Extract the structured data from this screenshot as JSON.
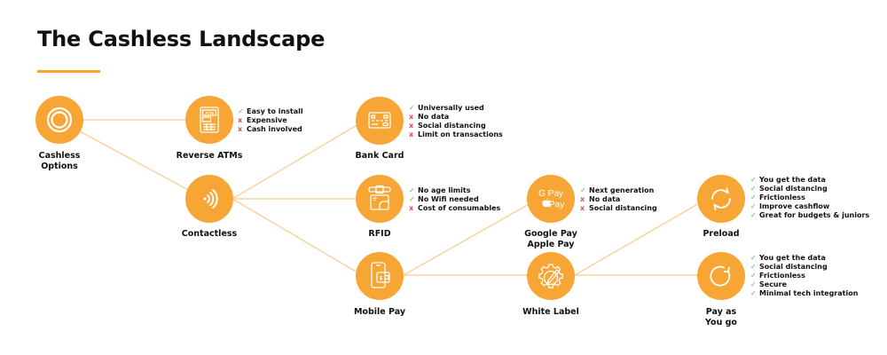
{
  "title": "The Cashless Landscape",
  "colors": {
    "accent": "#F7A534",
    "line": "#F9C98A",
    "check": "#5CB85C",
    "cross": "#E0475E",
    "text": "#111111"
  },
  "nodes": {
    "cashless": {
      "label1": "Cashless",
      "label2": "Options",
      "icon": "concentric-circles-icon"
    },
    "reverse_atms": {
      "label": "Reverse ATMs",
      "icon": "atm-icon",
      "points": [
        {
          "type": "check",
          "mark": "✓",
          "text": "Easy to install"
        },
        {
          "type": "cross",
          "mark": "x",
          "text": "Expensive"
        },
        {
          "type": "cross",
          "mark": "x",
          "text": "Cash involved"
        }
      ]
    },
    "contactless": {
      "label": "Contactless",
      "icon": "contactless-wave-icon"
    },
    "bank_card": {
      "label": "Bank Card",
      "icon": "credit-card-icon",
      "points": [
        {
          "type": "check",
          "mark": "✓",
          "text": "Universally used"
        },
        {
          "type": "cross",
          "mark": "x",
          "text": "No data"
        },
        {
          "type": "cross",
          "mark": "x",
          "text": "Social distancing"
        },
        {
          "type": "cross",
          "mark": "x",
          "text": "Limit on transactions"
        }
      ]
    },
    "rfid": {
      "label": "RFID",
      "icon": "rfid-wristband-card-icon",
      "points": [
        {
          "type": "check",
          "mark": "✓",
          "text": "No age limits"
        },
        {
          "type": "check",
          "mark": "✓",
          "text": "No Wifi needed"
        },
        {
          "type": "cross",
          "mark": "x",
          "text": "Cost of consumables"
        }
      ]
    },
    "mobile_pay": {
      "label": "Mobile Pay",
      "icon": "phone-wallet-icon"
    },
    "gpay_applepay": {
      "label1": "Google Pay",
      "label2": "Apple Pay",
      "icon": "gpay-applepay-icon",
      "icon_text1": "G Pay",
      "icon_text2": " Pay",
      "points": [
        {
          "type": "check",
          "mark": "✓",
          "text": "Next generation"
        },
        {
          "type": "cross",
          "mark": "x",
          "text": "No data"
        },
        {
          "type": "cross",
          "mark": "x",
          "text": "Social distancing"
        }
      ]
    },
    "white_label": {
      "label": "White Label",
      "icon": "gear-pencil-icon"
    },
    "preload": {
      "label": "Preload",
      "icon": "refresh-arrows-icon",
      "points": [
        {
          "type": "check",
          "mark": "✓",
          "text": "You get the data"
        },
        {
          "type": "check",
          "mark": "✓",
          "text": "Social distancing"
        },
        {
          "type": "check",
          "mark": "✓",
          "text": "Frictionless"
        },
        {
          "type": "check",
          "mark": "✓",
          "text": "Improve cashflow"
        },
        {
          "type": "check",
          "mark": "✓",
          "text": "Great for budgets & juniors"
        }
      ]
    },
    "pay_as_you_go": {
      "label1": "Pay as",
      "label2": "You go",
      "icon": "circular-arrow-icon",
      "points": [
        {
          "type": "check",
          "mark": "✓",
          "text": "You get the data"
        },
        {
          "type": "check",
          "mark": "✓",
          "text": "Social distancing"
        },
        {
          "type": "check",
          "mark": "✓",
          "text": "Frictionless"
        },
        {
          "type": "check",
          "mark": "✓",
          "text": "Secure"
        },
        {
          "type": "check",
          "mark": "✓",
          "text": "Minimal tech integration"
        }
      ]
    }
  }
}
